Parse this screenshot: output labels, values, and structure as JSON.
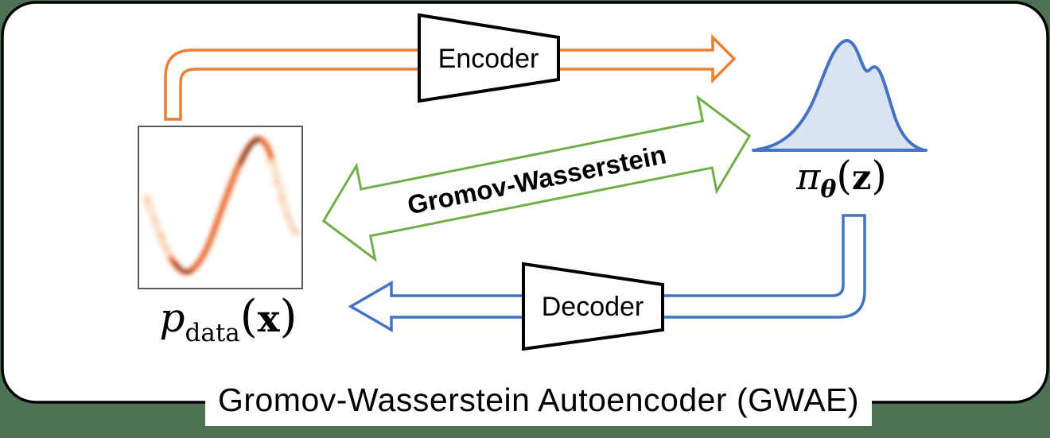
{
  "figure": {
    "caption": "Gromov-Wasserstein Autoencoder (GWAE)",
    "blocks": {
      "encoder": "Encoder",
      "decoder": "Decoder"
    },
    "arrows": {
      "gromov_wasserstein": "Gromov-Wasserstein"
    },
    "math_labels": {
      "data_distribution": {
        "symbol": "p",
        "subscript": "data",
        "lparen": "(",
        "argument": "x",
        "rparen": ")"
      },
      "prior_distribution": {
        "symbol": "π",
        "subscript": "θ",
        "lparen": "(",
        "argument": "z",
        "rparen": ")"
      }
    }
  },
  "colors": {
    "background": "#4d7254",
    "panel": "#ffffff",
    "panel_border": "#000000",
    "encoder_arrow": "#ED7D31",
    "gw_arrow": "#70AD47",
    "decoder_arrow": "#4472C4",
    "prior_fill": "#DAE3F3",
    "prior_stroke": "#4472C4",
    "heatmap_frame": "#595959",
    "heat_light": "#F8CBA6",
    "heat_mid": "#E8641A",
    "heat_dark": "#8F2F07",
    "text": "#000000"
  }
}
